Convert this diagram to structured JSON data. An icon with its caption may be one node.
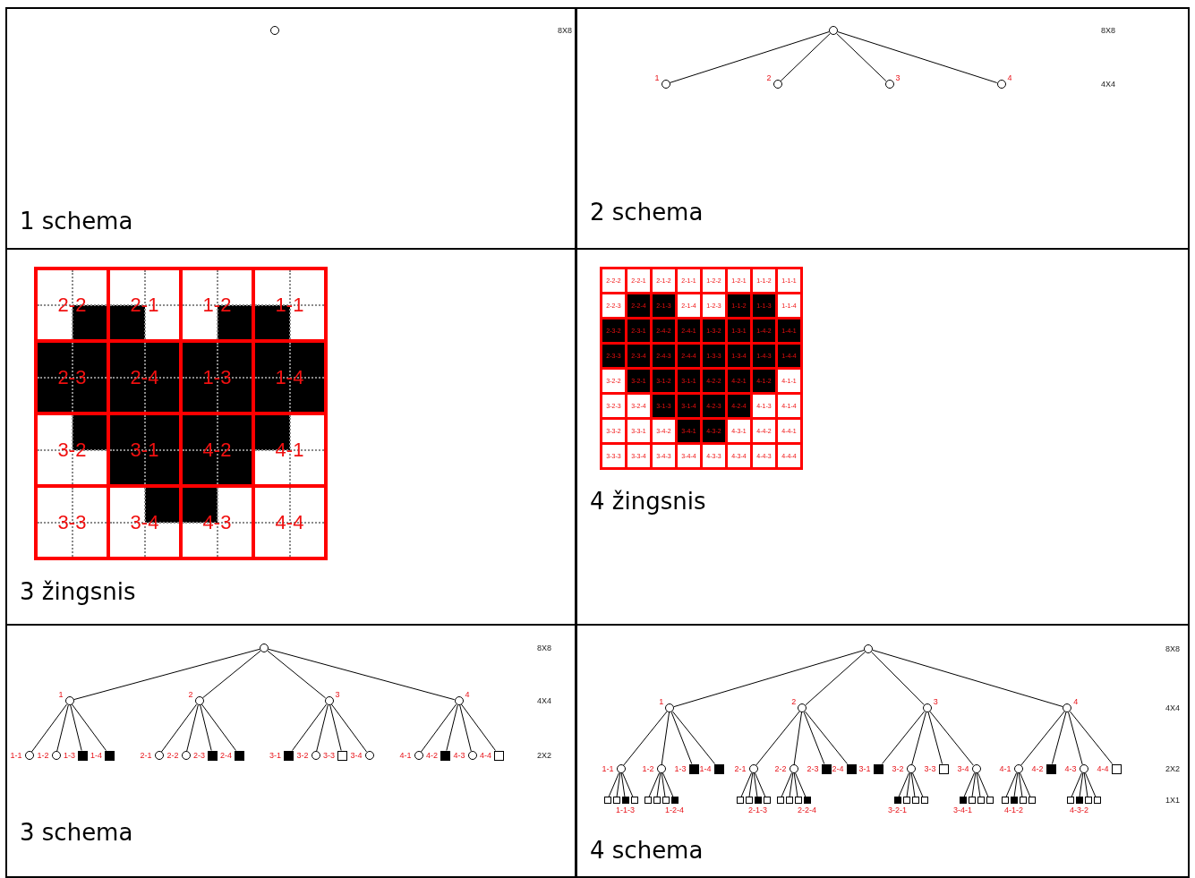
{
  "diagram": {
    "nodes": [
      {
        "text": [
          "1 schema"
        ]
      },
      {
        "text": [],
        "shape": "circle",
        "in": 0
      },
      {
        "text": [
          "2 schema"
        ]
      },
      {
        "text": [],
        "shape": "circle",
        "in": 2
      },
      {
        "text": [],
        "shape": "circle",
        "in": 2,
        "beside": [
          "1"
        ]
      },
      {
        "text": [],
        "shape": "circle",
        "in": 2,
        "beside": [
          "2"
        ]
      },
      {
        "text": [],
        "shape": "circle",
        "in": 2,
        "beside": [
          "3"
        ]
      },
      {
        "text": [],
        "shape": "circle",
        "in": 2,
        "beside": [
          "4"
        ]
      },
      {
        "text": [
          "3 žingsnis"
        ]
      },
      {
        "text": [
          "2-2"
        ],
        "in": 8
      },
      {
        "text": [
          "2-1"
        ],
        "in": 8
      },
      {
        "text": [
          "1-2"
        ],
        "in": 8
      },
      {
        "text": [
          "1-1"
        ],
        "in": 8
      },
      {
        "text": [
          "2-3"
        ],
        "in": 8
      },
      {
        "text": [
          "2-4"
        ],
        "in": 8
      },
      {
        "text": [
          "1-3"
        ],
        "in": 8
      },
      {
        "text": [
          "1-4"
        ],
        "in": 8
      },
      {
        "text": [
          "3-2"
        ],
        "in": 8
      },
      {
        "text": [
          "3-1"
        ],
        "in": 8
      },
      {
        "text": [
          "4-2"
        ],
        "in": 8
      },
      {
        "text": [
          "4-1"
        ],
        "in": 8
      },
      {
        "text": [
          "3-3"
        ],
        "in": 8
      },
      {
        "text": [
          "3-4"
        ],
        "in": 8
      },
      {
        "text": [
          "4-3"
        ],
        "in": 8
      },
      {
        "text": [
          "4-4"
        ],
        "in": 8
      },
      {
        "text": [
          "4 žingsnis"
        ]
      },
      {
        "text": [
          "2-2-2"
        ],
        "in": 25
      },
      {
        "text": [
          "2-2-1"
        ],
        "in": 25
      },
      {
        "text": [
          "2-1-2"
        ],
        "in": 25
      },
      {
        "text": [
          "2-1-1"
        ],
        "in": 25
      },
      {
        "text": [
          "1-2-2"
        ],
        "in": 25
      },
      {
        "text": [
          "1-2-1"
        ],
        "in": 25
      },
      {
        "text": [
          "1-1-2"
        ],
        "in": 25
      },
      {
        "text": [
          "1-1-1"
        ],
        "in": 25
      },
      {
        "text": [
          "2-2-3"
        ],
        "in": 25
      },
      {
        "text": [
          "2-2-4"
        ],
        "in": 25
      },
      {
        "text": [
          "2-1-3"
        ],
        "in": 25
      },
      {
        "text": [
          "2-1-4"
        ],
        "in": 25
      },
      {
        "text": [
          "1-2-3"
        ],
        "in": 25
      },
      {
        "text": [
          "1-1-2"
        ],
        "in": 25
      },
      {
        "text": [
          "1-1-3"
        ],
        "in": 25
      },
      {
        "text": [
          "1-1-4"
        ],
        "in": 25
      },
      {
        "text": [
          "2-3-2"
        ],
        "in": 25
      },
      {
        "text": [
          "2-3-1"
        ],
        "in": 25
      },
      {
        "text": [
          "2-4-2"
        ],
        "in": 25
      },
      {
        "text": [
          "2-4-1"
        ],
        "in": 25
      },
      {
        "text": [
          "1-3-2"
        ],
        "in": 25
      },
      {
        "text": [
          "1-3-1"
        ],
        "in": 25
      },
      {
        "text": [
          "1-4-2"
        ],
        "in": 25
      },
      {
        "text": [
          "1-4-1"
        ],
        "in": 25
      },
      {
        "text": [
          "2-3-3"
        ],
        "in": 25
      },
      {
        "text": [
          "2-3-4"
        ],
        "in": 25
      },
      {
        "text": [
          "2-4-3"
        ],
        "in": 25
      },
      {
        "text": [
          "2-4-4"
        ],
        "in": 25
      },
      {
        "text": [
          "1-3-3"
        ],
        "in": 25
      },
      {
        "text": [
          "1-3-4"
        ],
        "in": 25
      },
      {
        "text": [
          "1-4-3"
        ],
        "in": 25
      },
      {
        "text": [
          "1-4-4"
        ],
        "in": 25
      },
      {
        "text": [
          "3-2-2"
        ],
        "in": 25
      },
      {
        "text": [
          "3-2-1"
        ],
        "in": 25
      },
      {
        "text": [
          "3-1-2"
        ],
        "in": 25
      },
      {
        "text": [
          "3-1-1"
        ],
        "in": 25
      },
      {
        "text": [
          "4-2-2"
        ],
        "in": 25
      },
      {
        "text": [
          "4-2-1"
        ],
        "in": 25
      },
      {
        "text": [
          "4-1-2"
        ],
        "in": 25
      },
      {
        "text": [
          "4-1-1"
        ],
        "in": 25
      },
      {
        "text": [
          "3-2-3"
        ],
        "in": 25
      },
      {
        "text": [
          "3-2-4"
        ],
        "in": 25
      },
      {
        "text": [
          "3-1-3"
        ],
        "in": 25
      },
      {
        "text": [
          "3-1-4"
        ],
        "in": 25
      },
      {
        "text": [
          "4-2-3"
        ],
        "in": 25
      },
      {
        "text": [
          "4-2-4"
        ],
        "in": 25
      },
      {
        "text": [
          "4-1-3"
        ],
        "in": 25
      },
      {
        "text": [
          "4-1-4"
        ],
        "in": 25
      },
      {
        "text": [
          "3-3-2"
        ],
        "in": 25
      },
      {
        "text": [
          "3-3-1"
        ],
        "in": 25
      },
      {
        "text": [
          "3-4-2"
        ],
        "in": 25
      },
      {
        "text": [
          "3-4-1"
        ],
        "in": 25
      },
      {
        "text": [
          "4-3-2"
        ],
        "in": 25
      },
      {
        "text": [
          "4-3-1"
        ],
        "in": 25
      },
      {
        "text": [
          "4-4-2"
        ],
        "in": 25
      },
      {
        "text": [
          "4-4-1"
        ],
        "in": 25
      },
      {
        "text": [
          "3-3-3"
        ],
        "in": 25
      },
      {
        "text": [
          "3-3-4"
        ],
        "in": 25
      },
      {
        "text": [
          "3-4-3"
        ],
        "in": 25
      },
      {
        "text": [
          "3-4-4"
        ],
        "in": 25
      },
      {
        "text": [
          "4-3-3"
        ],
        "in": 25
      },
      {
        "text": [
          "4-3-4"
        ],
        "in": 25
      },
      {
        "text": [
          "4-4-3"
        ],
        "in": 25
      },
      {
        "text": [
          "4-4-4"
        ],
        "in": 25
      },
      {
        "text": [
          "3 schema"
        ]
      },
      {
        "text": [],
        "shape": "circle",
        "in": 90
      },
      {
        "text": [],
        "shape": "circle",
        "in": 90,
        "beside": [
          "1"
        ]
      },
      {
        "text": [],
        "shape": "circle",
        "in": 90,
        "beside": [
          "2"
        ]
      },
      {
        "text": [],
        "shape": "circle",
        "in": 90,
        "beside": [
          "3"
        ]
      },
      {
        "text": [],
        "shape": "circle",
        "in": 90,
        "beside": [
          "4"
        ]
      },
      {
        "text": [],
        "shape": "circle",
        "in": 90,
        "beside": [
          "1-1"
        ]
      },
      {
        "text": [],
        "shape": "circle",
        "in": 90,
        "beside": [
          "1-2"
        ]
      },
      {
        "text": [],
        "shape": "box",
        "in": 90,
        "beside": [
          "1-3"
        ]
      },
      {
        "text": [],
        "shape": "box",
        "in": 90,
        "beside": [
          "1-4"
        ]
      },
      {
        "text": [],
        "shape": "circle",
        "in": 90,
        "beside": [
          "2-1"
        ]
      },
      {
        "text": [],
        "shape": "circle",
        "in": 90,
        "beside": [
          "2-2"
        ]
      },
      {
        "text": [],
        "shape": "box",
        "in": 90,
        "beside": [
          "2-3"
        ]
      },
      {
        "text": [],
        "shape": "box",
        "in": 90,
        "beside": [
          "2-4"
        ]
      },
      {
        "text": [],
        "shape": "box",
        "in": 90,
        "beside": [
          "3-1"
        ]
      },
      {
        "text": [],
        "shape": "circle",
        "in": 90,
        "beside": [
          "3-2"
        ]
      },
      {
        "text": [],
        "shape": "box",
        "in": 90,
        "beside": [
          "3-3"
        ]
      },
      {
        "text": [],
        "shape": "circle",
        "in": 90,
        "beside": [
          "3-4"
        ]
      },
      {
        "text": [],
        "shape": "circle",
        "in": 90,
        "beside": [
          "4-1"
        ]
      },
      {
        "text": [],
        "shape": "box",
        "in": 90,
        "beside": [
          "4-2"
        ]
      },
      {
        "text": [],
        "shape": "circle",
        "in": 90,
        "beside": [
          "4-3"
        ]
      },
      {
        "text": [],
        "shape": "box",
        "in": 90,
        "beside": [
          "4-4"
        ]
      },
      {
        "text": [
          "4 schema"
        ]
      },
      {
        "text": [],
        "shape": "circle",
        "in": 112
      },
      {
        "text": [],
        "shape": "circle",
        "in": 112,
        "beside": [
          "1"
        ]
      },
      {
        "text": [],
        "shape": "circle",
        "in": 112,
        "beside": [
          "2"
        ]
      },
      {
        "text": [],
        "shape": "circle",
        "in": 112,
        "beside": [
          "3"
        ]
      },
      {
        "text": [],
        "shape": "circle",
        "in": 112,
        "beside": [
          "4"
        ]
      },
      {
        "text": [],
        "shape": "circle",
        "in": 112,
        "beside": [
          "1-1"
        ]
      },
      {
        "text": [],
        "shape": "circle",
        "in": 112,
        "beside": [
          "1-2"
        ]
      },
      {
        "text": [],
        "shape": "box",
        "in": 112,
        "beside": [
          "1-3"
        ]
      },
      {
        "text": [],
        "shape": "box",
        "in": 112,
        "beside": [
          "1-4"
        ]
      },
      {
        "text": [],
        "shape": "circle",
        "in": 112,
        "beside": [
          "2-1"
        ]
      },
      {
        "text": [],
        "shape": "circle",
        "in": 112,
        "beside": [
          "2-2"
        ]
      },
      {
        "text": [],
        "shape": "box",
        "in": 112,
        "beside": [
          "2-3"
        ]
      },
      {
        "text": [],
        "shape": "box",
        "in": 112,
        "beside": [
          "2-4"
        ]
      },
      {
        "text": [],
        "shape": "box",
        "in": 112,
        "beside": [
          "3-1"
        ]
      },
      {
        "text": [],
        "shape": "circle",
        "in": 112,
        "beside": [
          "3-2"
        ]
      },
      {
        "text": [],
        "shape": "box",
        "in": 112,
        "beside": [
          "3-3"
        ]
      },
      {
        "text": [],
        "shape": "circle",
        "in": 112,
        "beside": [
          "3-4"
        ]
      },
      {
        "text": [],
        "shape": "circle",
        "in": 112,
        "beside": [
          "4-1"
        ]
      },
      {
        "text": [],
        "shape": "box",
        "in": 112,
        "beside": [
          "4-2"
        ]
      },
      {
        "text": [],
        "shape": "circle",
        "in": 112,
        "beside": [
          "4-3"
        ]
      },
      {
        "text": [],
        "shape": "box",
        "in": 112,
        "beside": [
          "4-4"
        ]
      },
      {
        "text": [],
        "shape": "box",
        "in": 112
      },
      {
        "text": [],
        "shape": "box",
        "in": 112
      },
      {
        "text": [],
        "shape": "box",
        "in": 112,
        "beside": [
          "1-1-3"
        ]
      },
      {
        "text": [],
        "shape": "box",
        "in": 112
      },
      {
        "text": [],
        "shape": "box",
        "in": 112
      },
      {
        "text": [],
        "shape": "box",
        "in": 112
      },
      {
        "text": [],
        "shape": "box",
        "in": 112
      },
      {
        "text": [],
        "shape": "box",
        "in": 112,
        "beside": [
          "1-2-4"
        ]
      },
      {
        "text": [],
        "shape": "box",
        "in": 112
      },
      {
        "text": [],
        "shape": "box",
        "in": 112
      },
      {
        "text": [],
        "shape": "box",
        "in": 112,
        "beside": [
          "2-1-3"
        ]
      },
      {
        "text": [],
        "shape": "box",
        "in": 112
      },
      {
        "text": [],
        "shape": "box",
        "in": 112
      },
      {
        "text": [],
        "shape": "box",
        "in": 112
      },
      {
        "text": [],
        "shape": "box",
        "in": 112
      },
      {
        "text": [],
        "shape": "box",
        "in": 112,
        "beside": [
          "2-2-4"
        ]
      },
      {
        "text": [],
        "shape": "box",
        "in": 112,
        "beside": [
          "3-2-1"
        ]
      },
      {
        "text": [],
        "shape": "box",
        "in": 112
      },
      {
        "text": [],
        "shape": "box",
        "in": 112
      },
      {
        "text": [],
        "shape": "box",
        "in": 112
      },
      {
        "text": [],
        "shape": "box",
        "in": 112,
        "beside": [
          "3-4-1"
        ]
      },
      {
        "text": [],
        "shape": "box",
        "in": 112
      },
      {
        "text": [],
        "shape": "box",
        "in": 112
      },
      {
        "text": [],
        "shape": "box",
        "in": 112
      },
      {
        "text": [],
        "shape": "box",
        "in": 112
      },
      {
        "text": [],
        "shape": "box",
        "in": 112,
        "beside": [
          "4-1-2"
        ]
      },
      {
        "text": [],
        "shape": "box",
        "in": 112
      },
      {
        "text": [],
        "shape": "box",
        "in": 112
      },
      {
        "text": [],
        "shape": "box",
        "in": 112
      },
      {
        "text": [],
        "shape": "box",
        "in": 112,
        "beside": [
          "4-3-2"
        ]
      },
      {
        "text": [],
        "shape": "box",
        "in": 112
      },
      {
        "text": [],
        "shape": "box",
        "in": 112
      }
    ],
    "edges": [
      {
        "from": 3,
        "to": 4,
        "arrow": "none"
      },
      {
        "from": 3,
        "to": 5,
        "arrow": "none"
      },
      {
        "from": 3,
        "to": 6,
        "arrow": "none"
      },
      {
        "from": 3,
        "to": 7,
        "arrow": "none"
      },
      {
        "from": 91,
        "to": 92,
        "arrow": "none"
      },
      {
        "from": 91,
        "to": 93,
        "arrow": "none"
      },
      {
        "from": 91,
        "to": 94,
        "arrow": "none"
      },
      {
        "from": 91,
        "to": 95,
        "arrow": "none"
      },
      {
        "from": 92,
        "to": 96,
        "arrow": "none"
      },
      {
        "from": 92,
        "to": 97,
        "arrow": "none"
      },
      {
        "from": 92,
        "to": 98,
        "arrow": "none"
      },
      {
        "from": 92,
        "to": 99,
        "arrow": "none"
      },
      {
        "from": 93,
        "to": 100,
        "arrow": "none"
      },
      {
        "from": 93,
        "to": 101,
        "arrow": "none"
      },
      {
        "from": 93,
        "to": 102,
        "arrow": "none"
      },
      {
        "from": 93,
        "to": 103,
        "arrow": "none"
      },
      {
        "from": 94,
        "to": 104,
        "arrow": "none"
      },
      {
        "from": 94,
        "to": 105,
        "arrow": "none"
      },
      {
        "from": 94,
        "to": 106,
        "arrow": "none"
      },
      {
        "from": 94,
        "to": 107,
        "arrow": "none"
      },
      {
        "from": 95,
        "to": 108,
        "arrow": "none"
      },
      {
        "from": 95,
        "to": 109,
        "arrow": "none"
      },
      {
        "from": 95,
        "to": 110,
        "arrow": "none"
      },
      {
        "from": 95,
        "to": 111,
        "arrow": "none"
      },
      {
        "from": 113,
        "to": 114,
        "arrow": "none"
      },
      {
        "from": 113,
        "to": 115,
        "arrow": "none"
      },
      {
        "from": 113,
        "to": 116,
        "arrow": "none"
      },
      {
        "from": 113,
        "to": 117,
        "arrow": "none"
      },
      {
        "from": 114,
        "to": 118,
        "arrow": "none"
      },
      {
        "from": 114,
        "to": 119,
        "arrow": "none"
      },
      {
        "from": 114,
        "to": 120,
        "arrow": "none"
      },
      {
        "from": 114,
        "to": 121,
        "arrow": "none"
      },
      {
        "from": 115,
        "to": 122,
        "arrow": "none"
      },
      {
        "from": 115,
        "to": 123,
        "arrow": "none"
      },
      {
        "from": 115,
        "to": 124,
        "arrow": "none"
      },
      {
        "from": 115,
        "to": 125,
        "arrow": "none"
      },
      {
        "from": 116,
        "to": 126,
        "arrow": "none"
      },
      {
        "from": 116,
        "to": 127,
        "arrow": "none"
      },
      {
        "from": 116,
        "to": 128,
        "arrow": "none"
      },
      {
        "from": 116,
        "to": 129,
        "arrow": "none"
      },
      {
        "from": 117,
        "to": 130,
        "arrow": "none"
      },
      {
        "from": 117,
        "to": 131,
        "arrow": "none"
      },
      {
        "from": 117,
        "to": 132,
        "arrow": "none"
      },
      {
        "from": 117,
        "to": 133,
        "arrow": "none"
      },
      {
        "from": 118,
        "to": 134,
        "arrow": "none"
      },
      {
        "from": 118,
        "to": 135,
        "arrow": "none"
      },
      {
        "from": 118,
        "to": 136,
        "arrow": "none"
      },
      {
        "from": 118,
        "to": 137,
        "arrow": "none"
      },
      {
        "from": 119,
        "to": 138,
        "arrow": "none"
      },
      {
        "from": 119,
        "to": 139,
        "arrow": "none"
      },
      {
        "from": 119,
        "to": 140,
        "arrow": "none"
      },
      {
        "from": 119,
        "to": 141,
        "arrow": "none"
      },
      {
        "from": 122,
        "to": 142,
        "arrow": "none"
      },
      {
        "from": 122,
        "to": 143,
        "arrow": "none"
      },
      {
        "from": 122,
        "to": 144,
        "arrow": "none"
      },
      {
        "from": 122,
        "to": 145,
        "arrow": "none"
      },
      {
        "from": 123,
        "to": 146,
        "arrow": "none"
      },
      {
        "from": 123,
        "to": 147,
        "arrow": "none"
      },
      {
        "from": 123,
        "to": 148,
        "arrow": "none"
      },
      {
        "from": 123,
        "to": 149,
        "arrow": "none"
      },
      {
        "from": 127,
        "to": 150,
        "arrow": "none"
      },
      {
        "from": 127,
        "to": 151,
        "arrow": "none"
      },
      {
        "from": 127,
        "to": 152,
        "arrow": "none"
      },
      {
        "from": 127,
        "to": 153,
        "arrow": "none"
      },
      {
        "from": 129,
        "to": 154,
        "arrow": "none"
      },
      {
        "from": 129,
        "to": 155,
        "arrow": "none"
      },
      {
        "from": 129,
        "to": 156,
        "arrow": "none"
      },
      {
        "from": 129,
        "to": 157,
        "arrow": "none"
      },
      {
        "from": 130,
        "to": 158,
        "arrow": "none"
      },
      {
        "from": 130,
        "to": 159,
        "arrow": "none"
      },
      {
        "from": 130,
        "to": 160,
        "arrow": "none"
      },
      {
        "from": 130,
        "to": 161,
        "arrow": "none"
      },
      {
        "from": 132,
        "to": 162,
        "arrow": "none"
      },
      {
        "from": 132,
        "to": 163,
        "arrow": "none"
      },
      {
        "from": 132,
        "to": 164,
        "arrow": "none"
      },
      {
        "from": 132,
        "to": 165,
        "arrow": "none"
      }
    ],
    "labels": [
      "8X8",
      "8X8",
      "4X4",
      "8X8",
      "4X4",
      "2X2",
      "8X8",
      "4X4",
      "2X2",
      "1X1"
    ]
  }
}
